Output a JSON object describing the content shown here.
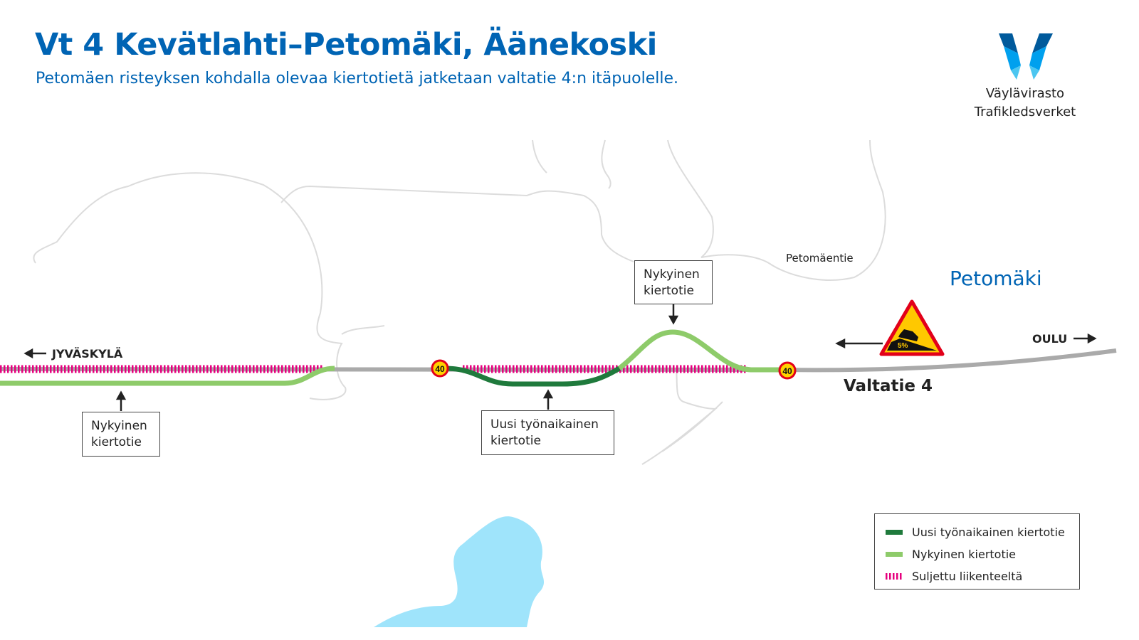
{
  "header": {
    "title": "Vt 4 Kevätlahti–Petomäki, Äänekoski",
    "subtitle": "Petomäen risteyksen kohdalla olevaa kiertotietä jatketaan valtatie 4:n itäpuolelle."
  },
  "logo": {
    "line1": "Väylävirasto",
    "line2": "Trafikledsverket"
  },
  "map": {
    "road_label": "Petomäentie",
    "place_label": "Petomäki",
    "highway_label": "Valtatie 4",
    "direction_west": "JYVÄSKYLÄ",
    "direction_east": "OULU",
    "speed_limit": "40",
    "grade_sign": "5%",
    "callouts": [
      {
        "line1": "Nykyinen",
        "line2": "kiertotie"
      },
      {
        "line1": "Nykyinen",
        "line2": "kiertotie"
      },
      {
        "line1": "Uusi työnaikainen",
        "line2": "kiertotie"
      }
    ]
  },
  "legend": {
    "items": [
      {
        "label": "Uusi työnaikainen kiertotie",
        "color": "#1f7a3c"
      },
      {
        "label": "Nykyinen kiertotie",
        "color": "#8ecb6a"
      },
      {
        "label": "Suljettu liikenteeltä",
        "color": "#e6007e"
      }
    ]
  },
  "colors": {
    "brand": "#0064b4",
    "water": "#9fe4fb",
    "road": "#aaaaaa"
  }
}
